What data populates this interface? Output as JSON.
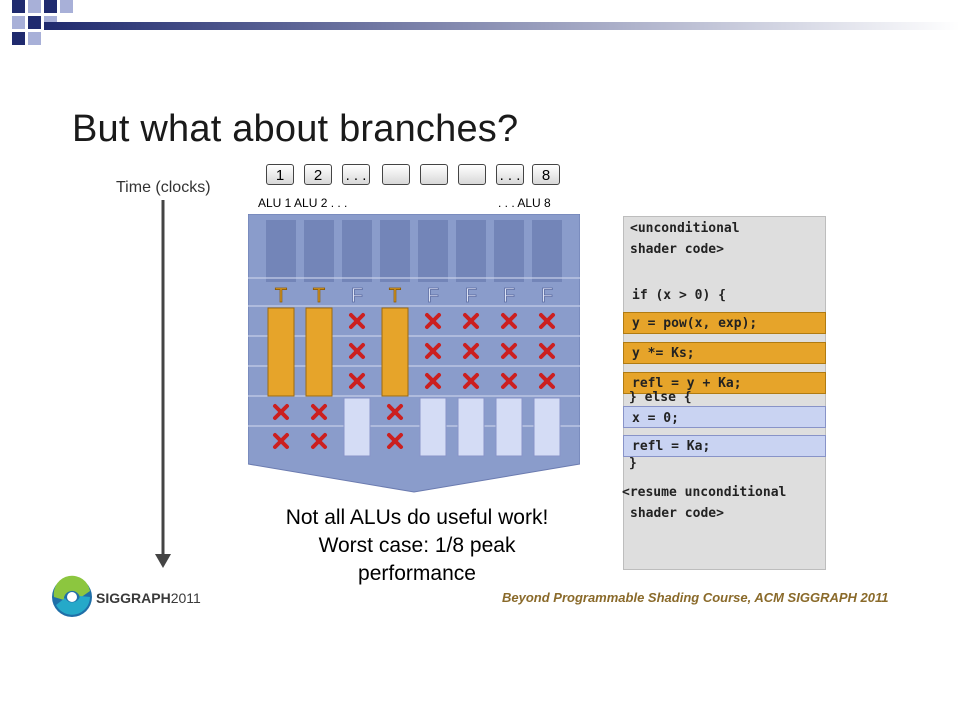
{
  "title": "But what about branches?",
  "time_label": "Time (clocks)",
  "alu_boxes": [
    "1",
    "2",
    ". . .",
    "",
    "",
    "",
    ". . .",
    "8"
  ],
  "alu_label_left": "ALU 1  ALU 2 . . .",
  "alu_label_right": ". . .  ALU 8",
  "branch_flags": [
    "T",
    "T",
    "F",
    "T",
    "F",
    "F",
    "F",
    "F"
  ],
  "caption": {
    "line1": "Not all ALUs do useful work!",
    "line2": "Worst case: 1/8 peak",
    "line3": "performance"
  },
  "code": {
    "l1": "<unconditional",
    "l2": " shader code>",
    "l3": "if (x > 0) {",
    "l4": "   y = pow(x, exp);",
    "l5": "   y *= Ks;",
    "l6": "   refl = y + Ka;",
    "l7": "} else {",
    "l8": "   x = 0;",
    "l9": "   refl = Ka;",
    "l10": "}",
    "l11": "<resume unconditional",
    "l12": " shader code>"
  },
  "logo": {
    "name": "SIGGRAPH",
    "year": "2011"
  },
  "footer": "Beyond Programmable Shading Course, ACM SIGGRAPH 2011",
  "colors": {
    "navy": "#1f2a6e",
    "lavender": "#a8b0d8",
    "grid_bg": "#8a9ccb",
    "true_bar": "#e6a42a",
    "false_bar": "#d4dcf5",
    "cross": "#cc1f1f"
  },
  "icons": {
    "disabled": "cross-icon",
    "logo": "siggraph-logo-icon"
  }
}
